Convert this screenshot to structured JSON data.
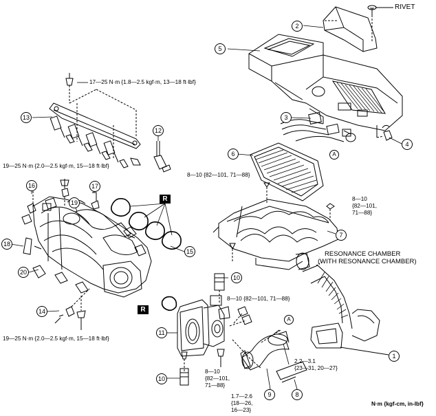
{
  "labels": {
    "rivet": "RIVET",
    "torque_top": "17—25 N·m {1.8—2.5 kgf·m, 13—18 ft·lbf}",
    "torque_manifold_upper": "19—25 N·m {2.0—2.5 kgf·m, 15—18 ft·lbf}",
    "torque_manifold_lower": "19—25 N·m {2.0—2.5 kgf·m, 15—18 ft·lbf}",
    "torque_cleaner_left": "8—10 {82—101, 71—88}",
    "torque_cleaner_right": [
      "8—10",
      "{82—101,",
      "71—88}"
    ],
    "torque_throttle_top": "8—10 {82—101, 71—88}",
    "torque_throttle_bottom": [
      "8—10",
      "{82—101,",
      "71—88}"
    ],
    "torque_hose_clamp_right": [
      "2.2—3.1",
      "{23—31, 20—27}"
    ],
    "torque_hose_clamp_bottom": [
      "1.7—2.6",
      "{18—26,",
      "16—23}"
    ],
    "resonance_1": "RESONANCE CHAMBER",
    "resonance_2": "(WITH RESONANCE CHAMBER)",
    "units": "N·m {kgf-cm, in-lbf}"
  },
  "callouts": {
    "c1": "1",
    "c2": "2",
    "c3": "3",
    "c4": "4",
    "c5": "5",
    "c6": "6",
    "c7": "7",
    "c8": "8",
    "c9": "9",
    "c10a": "10",
    "c10b": "10",
    "c11": "11",
    "c12": "12",
    "c13": "13",
    "c14": "14",
    "c15": "15",
    "c16": "16",
    "c17": "17",
    "c18": "18",
    "c19": "19",
    "c20": "20"
  },
  "refs": {
    "a1": "A",
    "a2": "A"
  },
  "replace_marks": {
    "r1": "R",
    "r2": "R"
  }
}
